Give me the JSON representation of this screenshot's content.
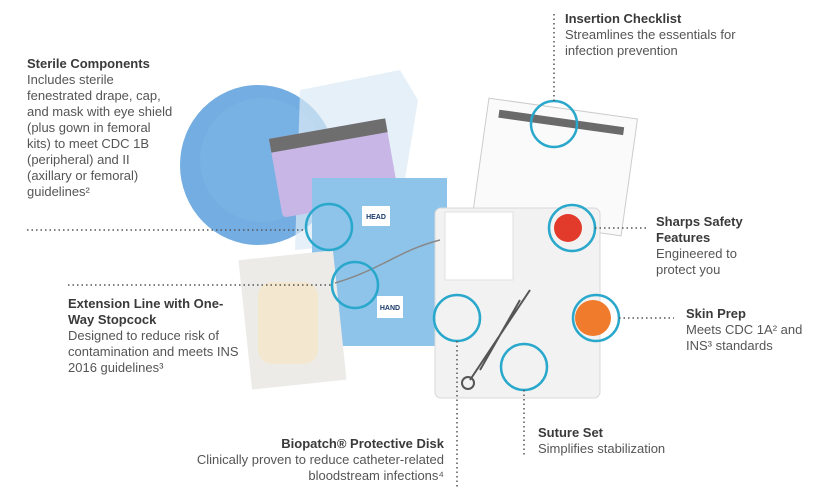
{
  "callouts": {
    "sterile": {
      "title": "Sterile Components",
      "body": "Includes sterile fenestrated drape, cap, and mask with eye shield (plus gown in femoral kits) to meet CDC 1B (peripheral) and II (axillary or femoral) guidelines²"
    },
    "insertion": {
      "title": "Insertion Checklist",
      "body": "Streamlines the essentials for infection prevention"
    },
    "sharps": {
      "title": "Sharps Safety Features",
      "body": "Engineered to protect you"
    },
    "skin": {
      "title": "Skin Prep",
      "body": "Meets CDC 1A² and INS³ standards"
    },
    "extension": {
      "title": "Extension Line with One-Way Stopcock",
      "body": "Designed to reduce risk of contamination and meets INS 2016 guidelines³"
    },
    "biopatch": {
      "title": "Biopatch® Protective Disk",
      "body": "Clinically proven to reduce catheter-related bloodstream infections⁴"
    },
    "suture": {
      "title": "Suture Set",
      "body": "Simplifies stabilization"
    }
  },
  "product_labels": {
    "head": "HEAD",
    "hand": "HAND"
  },
  "colors": {
    "accent": "#29a8cc",
    "text": "#3a3a3a",
    "cap": "#5b9fdc",
    "mask": "#c8b6e6",
    "drape": "#8ec4ea",
    "sharps": "#e23b2b",
    "skin_prep": "#f07b2c"
  }
}
